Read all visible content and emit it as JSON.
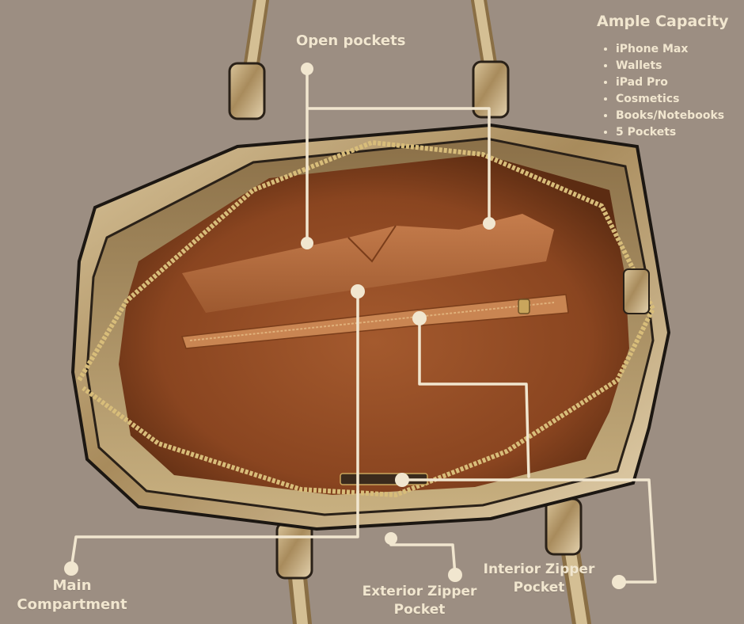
{
  "image": {
    "subject": "open handbag",
    "colors": {
      "background": "#9c8e82",
      "leather_gold": "#b89f73",
      "lining": "#b0673a",
      "callout": "#f1e6cf"
    }
  },
  "labels": {
    "open_pockets": "Open pockets",
    "main_compartment_line1": "Main",
    "main_compartment_line2": "Compartment",
    "exterior_zipper_line1": "Exterior Zipper",
    "exterior_zipper_line2": "Pocket",
    "interior_zipper_line1": "Interior Zipper",
    "interior_zipper_line2": "Pocket"
  },
  "capacity": {
    "title": "Ample Capacity",
    "items": [
      "iPhone Max",
      "Wallets",
      "iPad Pro",
      "Cosmetics",
      "Books/Notebooks",
      "5 Pockets"
    ]
  }
}
